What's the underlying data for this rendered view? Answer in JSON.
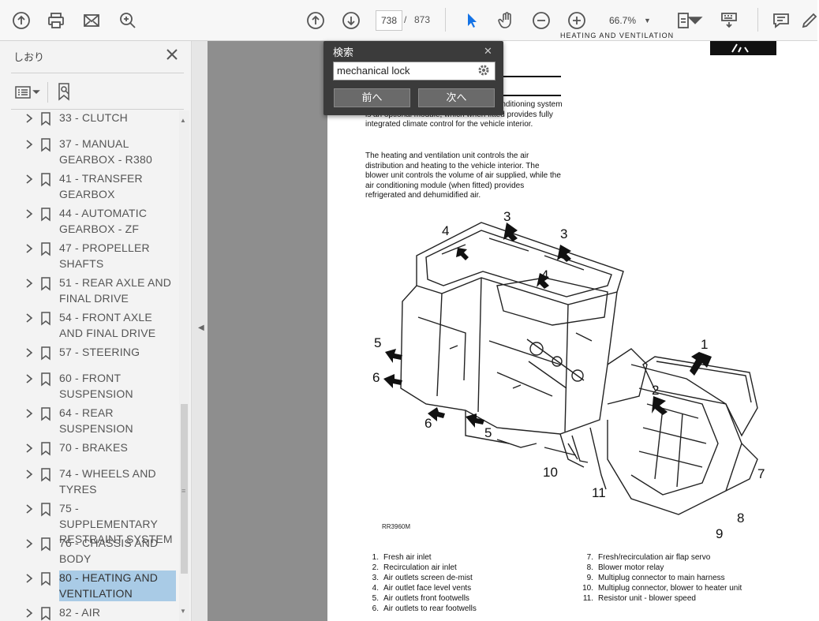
{
  "toolbar": {
    "page_current": "738",
    "page_separator": "/",
    "page_total": "873",
    "zoom": "66.7%"
  },
  "sidebar": {
    "title": "しおり",
    "bookmarks": [
      {
        "label": "33 - CLUTCH",
        "selected": false
      },
      {
        "label": "37 - MANUAL GEARBOX - R380",
        "selected": false
      },
      {
        "label": "41 - TRANSFER GEARBOX",
        "selected": false
      },
      {
        "label": "44 - AUTOMATIC GEARBOX - ZF",
        "selected": false
      },
      {
        "label": "47 - PROPELLER SHAFTS",
        "selected": false
      },
      {
        "label": "51 - REAR AXLE AND FINAL DRIVE",
        "selected": false
      },
      {
        "label": "54 - FRONT AXLE AND FINAL DRIVE",
        "selected": false
      },
      {
        "label": "57 - STEERING",
        "selected": false
      },
      {
        "label": "60 - FRONT SUSPENSION",
        "selected": false
      },
      {
        "label": "64 - REAR SUSPENSION",
        "selected": false
      },
      {
        "label": "70 - BRAKES",
        "selected": false
      },
      {
        "label": "74 - WHEELS AND TYRES",
        "selected": false
      },
      {
        "label": "75 - SUPPLEMENTARY RESTRAINT SYSTEM",
        "selected": false
      },
      {
        "label": "76 - CHASSIS AND BODY",
        "selected": false
      },
      {
        "label": "80 - HEATING AND VENTILATION",
        "selected": true
      },
      {
        "label": "82 - AIR",
        "selected": false
      }
    ]
  },
  "search_popup": {
    "title": "検索",
    "close_label": "✕",
    "query": "mechanical lock",
    "prev_label": "前へ",
    "next_label": "次へ"
  },
  "document": {
    "header": "HEATING AND VENTILATION",
    "para1": "units are standard on all models. Air conditioning system is an optional module, which when fitted provides fully integrated climate control for the vehicle interior.",
    "para2": "The heating and ventilation unit controls the air distribution and heating to the vehicle interior. The blower unit controls the volume of air supplied, while the air conditioning module (when fitted) provides refrigerated and dehumidified air.",
    "figure_code": "RR3960M",
    "callouts": [
      "1",
      "2",
      "3",
      "3",
      "4",
      "4",
      "5",
      "5",
      "6",
      "6",
      "7",
      "8",
      "9",
      "10",
      "11"
    ],
    "legend_left": [
      {
        "n": "1.",
        "text": "Fresh air inlet"
      },
      {
        "n": "2.",
        "text": "Recirculation air inlet"
      },
      {
        "n": "3.",
        "text": "Air outlets screen de-mist"
      },
      {
        "n": "4.",
        "text": "Air outlet face level vents"
      },
      {
        "n": "5.",
        "text": "Air outlets front footwells"
      },
      {
        "n": "6.",
        "text": "Air outlets to rear footwells"
      }
    ],
    "legend_right": [
      {
        "n": "7.",
        "text": "Fresh/recirculation air flap servo"
      },
      {
        "n": "8.",
        "text": "Blower motor relay"
      },
      {
        "n": "9.",
        "text": "Multiplug connector to main harness"
      },
      {
        "n": "10.",
        "text": "Multiplug connector, blower to heater unit"
      },
      {
        "n": "11.",
        "text": "Resistor unit - blower speed"
      }
    ]
  },
  "colors": {
    "selected_bookmark": "#a9cbe6",
    "workspace": "#8e8e8e",
    "accent_pointer": "#1473e6"
  }
}
